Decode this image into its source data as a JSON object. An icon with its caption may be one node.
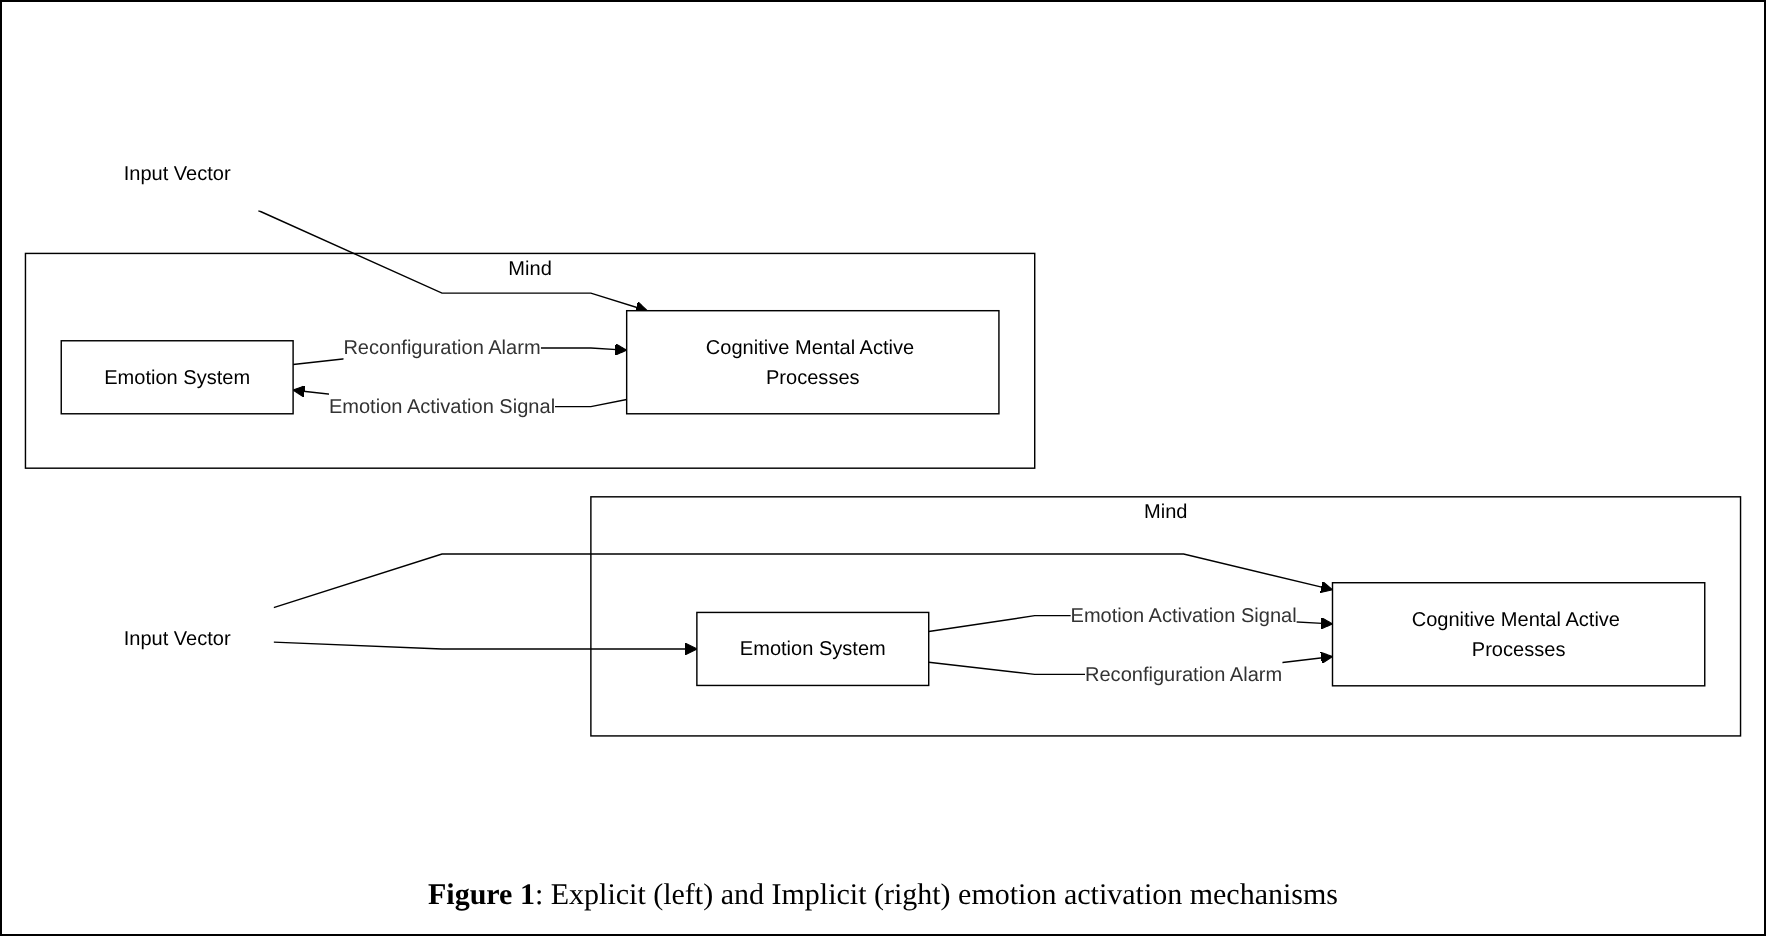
{
  "diagram": {
    "caption": "**Figure 1**: Explicit (left) and Implicit (right) emotion activation mechanisms",
    "nodes": [
      {
        "text": [
          "Mind"
        ]
      },
      {
        "text": [
          "Emotion System"
        ],
        "in": 0
      },
      {
        "text": [
          "Cognitive Mental Active Processes"
        ],
        "in": 0
      },
      {
        "text": [
          "Input Vector"
        ]
      },
      {
        "text": [
          "Mind"
        ]
      },
      {
        "text": [
          "Emotion System"
        ],
        "in": 4
      },
      {
        "text": [
          "Cognitive Mental Active Processes"
        ],
        "in": 4
      },
      {
        "text": [
          "Input Vector"
        ]
      }
    ],
    "edges": [
      {
        "from": 3,
        "to": 1,
        "arrow": "to"
      },
      {
        "from": 3,
        "to": 2,
        "arrow": "to"
      },
      {
        "from": 1,
        "to": 2,
        "label": "Emotion Activation Signal",
        "arrow": "to"
      },
      {
        "from": 1,
        "to": 2,
        "label": "Reconfiguration Alarm",
        "arrow": "to"
      },
      {
        "from": 7,
        "to": 6,
        "arrow": "to"
      },
      {
        "from": 6,
        "to": 5,
        "label": "Emotion Activation Signal",
        "arrow": "to"
      },
      {
        "from": 5,
        "to": 6,
        "label": "Reconfiguration Alarm",
        "arrow": "to"
      }
    ]
  }
}
